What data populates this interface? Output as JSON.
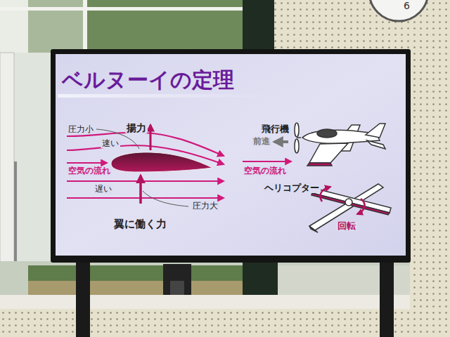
{
  "diagram": {
    "title": "ベルヌーイの定理",
    "labels": [
      "圧力小",
      "揚力",
      "速い",
      "空気の流れ",
      "遅い",
      "圧力大",
      "翼に働く力",
      "飛行機",
      "前進",
      "空気の流れ",
      "ヘリコプター",
      "回転",
      "6"
    ]
  }
}
